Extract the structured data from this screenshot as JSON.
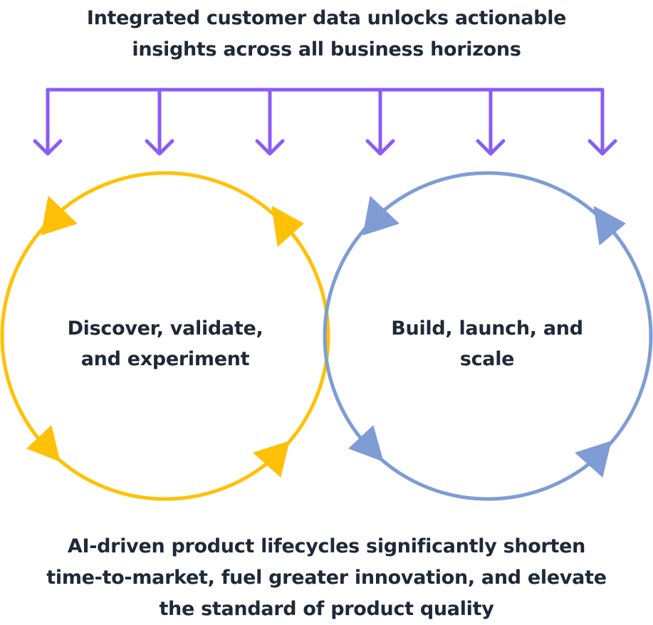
{
  "headline": {
    "line1": "Integrated customer data unlocks actionable",
    "line2": "insights across all business horizons"
  },
  "cycles": [
    {
      "label_line1": "Discover, validate,",
      "label_line2": "and experiment",
      "color": "#FFC107"
    },
    {
      "label_line1": "Build, launch, and",
      "label_line2": "scale",
      "color": "#7F9DD4"
    }
  ],
  "bracket_color": "#8B5CF6",
  "footer": {
    "line1": "AI-driven product lifecycles significantly shorten",
    "line2": "time-to-market, fuel greater innovation, and elevate",
    "line3": "the standard of product quality"
  }
}
